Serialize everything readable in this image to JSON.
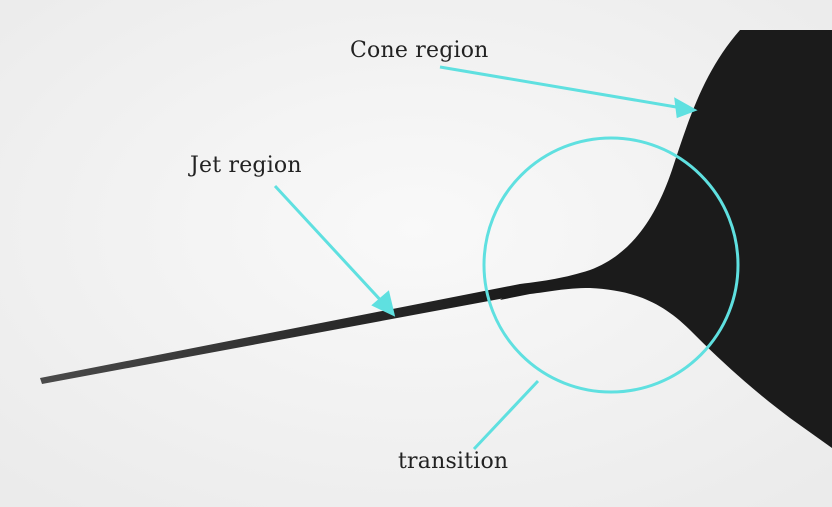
{
  "labels": {
    "cone": "Cone region",
    "jet": "Jet region",
    "transition": "transition"
  },
  "colors": {
    "background": "#f6f6f6",
    "liquid": "#1a1a1a",
    "annotation": "#5fe0e0",
    "text": "#222222"
  }
}
